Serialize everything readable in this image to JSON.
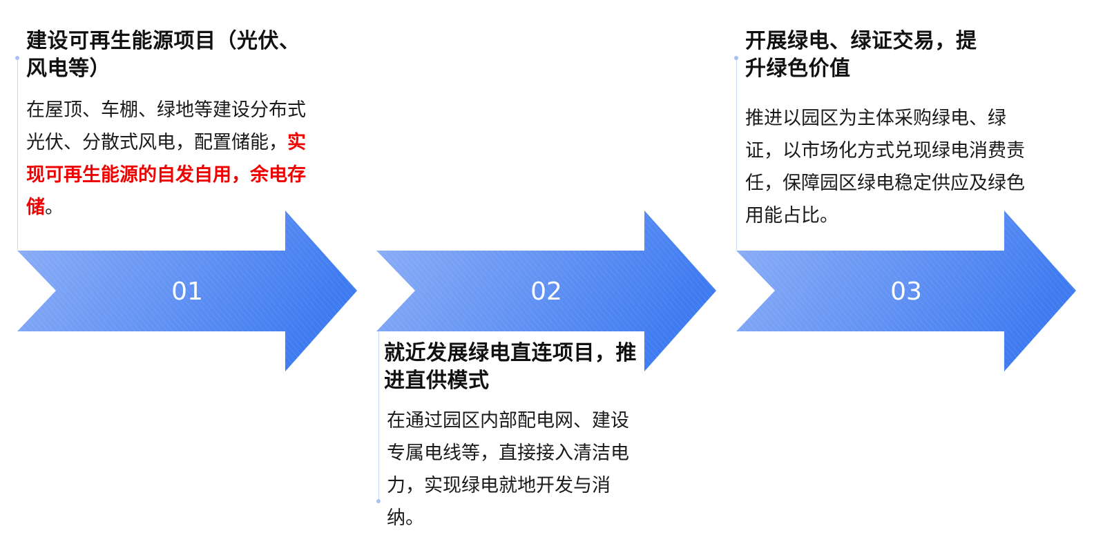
{
  "colors": {
    "arrow_light": "#8fb0f7",
    "arrow_dark": "#3f7bf0",
    "highlight": "#f00000",
    "text": "#111111"
  },
  "steps": [
    {
      "number": "01",
      "title": "建设可再生能源项目（光伏、风电等）",
      "body_plain": "在屋顶、车棚、绿地等建设分布式光伏、分散式风电，配置储能，",
      "body_highlight": "实现可再生能源的自发自用，余电存储",
      "body_end": "。"
    },
    {
      "number": "02",
      "title": "就近发展绿电直连项目，推进直供模式",
      "body_plain": "在通过园区内部配电网、建设专属电线等，直接接入清洁电力，实现绿电就地开发与消纳。"
    },
    {
      "number": "03",
      "title": "开展绿电、绿证交易，提升绿色价值",
      "body_plain": "推进以园区为主体采购绿电、绿证，以市场化方式兑现绿电消费责任，保障园区绿电稳定供应及绿色用能占比。"
    }
  ]
}
